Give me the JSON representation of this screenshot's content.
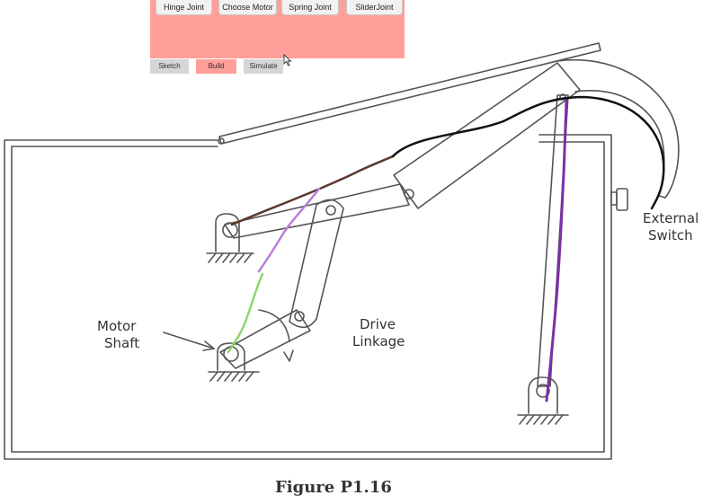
{
  "toolbar": {
    "buttons": [
      {
        "label": "Hinge Joint"
      },
      {
        "label": "Choose Motor"
      },
      {
        "label": "Spring Joint"
      },
      {
        "label": "SliderJoint"
      }
    ]
  },
  "tabs": [
    {
      "label": "Sketch"
    },
    {
      "label": "Build",
      "active": true
    },
    {
      "label": "Simulate"
    }
  ],
  "figure": {
    "labels": {
      "motor_line1": "Motor",
      "motor_line2": "Shaft",
      "drive_line1": "Drive",
      "drive_line2": "Linkage",
      "switch_line1": "External",
      "switch_line2": "Switch"
    },
    "caption": "Figure P1.16"
  },
  "colors": {
    "toolbar_bg": "#ff9f9a",
    "stroke_brown": "#5a3a2e",
    "stroke_black": "#111111",
    "stroke_purple": "#7b2fa8",
    "stroke_lavender": "#b87fd9",
    "stroke_green": "#8fd66e"
  }
}
